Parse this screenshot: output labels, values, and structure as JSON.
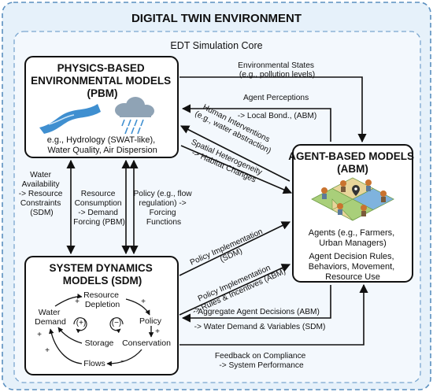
{
  "title": "DIGITAL TWIN ENVIRONMENT",
  "core_label": "EDT Simulation Core",
  "pbm": {
    "title": [
      "PHYSICS-BASED",
      "ENVIRONMENTAL MODELS",
      "(PBM)"
    ],
    "body": [
      "e.g., Hydrology (SWAT-like),",
      "Water Quality, Air Dispersion"
    ]
  },
  "abm": {
    "title": [
      "AGENT-BASED MODELS",
      "(ABM)"
    ],
    "agents": [
      "Agents (e.g., Farmers,",
      "Urban Managers)"
    ],
    "rules": [
      "Agent Decision Rules,",
      "Behaviors, Movement,",
      "Resource Use"
    ]
  },
  "sdm": {
    "title": [
      "SYSTEM DYNAMICS",
      "MODELS (SDM)"
    ],
    "nodes": {
      "resource_depletion": [
        "Resource",
        "Depletion"
      ],
      "water_demand": [
        "Water",
        "Demand"
      ],
      "policy": "Policy",
      "storage": "Storage",
      "conservation": "Conservation",
      "flows": "Flows"
    },
    "signs": {
      "plus": "+",
      "minus": "−",
      "loop_pos": "(+)",
      "loop_neg": "(−)"
    }
  },
  "labels": {
    "env_states": [
      "Environmental States",
      "(e.g., pollution levels)"
    ],
    "agent_perceptions": [
      "Agent Perceptions",
      "-> Local Bond., (ABM)"
    ],
    "human_interventions": [
      "Human Interventions",
      "(e.g., water abstraction)"
    ],
    "spatial_heterogeneity": [
      "Spatial Heterogeneity",
      "-> Habitat Changes"
    ],
    "water_availability": [
      "Water",
      "Availability",
      "-> Resource",
      "Constraints",
      "(SDM)"
    ],
    "resource_consumption": [
      "Resource",
      "Consumption",
      "-> Demand",
      "Forcing (PBM)"
    ],
    "policy_flow": [
      "Policy (e.g., flow",
      "regulation) ->",
      "Forcing",
      "Functions"
    ],
    "policy_impl_sdm": [
      "Policy Implementation",
      "(SDM)"
    ],
    "policy_impl_rules": [
      "Policy Implementation",
      "-> Rules & Incentives (ABM)"
    ],
    "aggregate": [
      "Aggregate Agent Decisions (ABM)",
      "-> Water Demand & Variables (SDM)"
    ],
    "feedback": [
      "Feedback on Compliance",
      "-> System Performance"
    ]
  },
  "colors": {
    "outer_fill": "#e6f1fa",
    "outer_stroke": "#5a8fbf",
    "core_fill": "#f3f8fd",
    "core_stroke": "#7aa6cf",
    "river": "#3f8fd0",
    "cloud": "#8fa3b5",
    "grid_a": "#a9cf7a",
    "grid_b": "#e8d59a",
    "grid_c": "#7fb3de"
  },
  "icons": [
    "river-icon",
    "rain-cloud-icon",
    "agent-grid-icon"
  ]
}
